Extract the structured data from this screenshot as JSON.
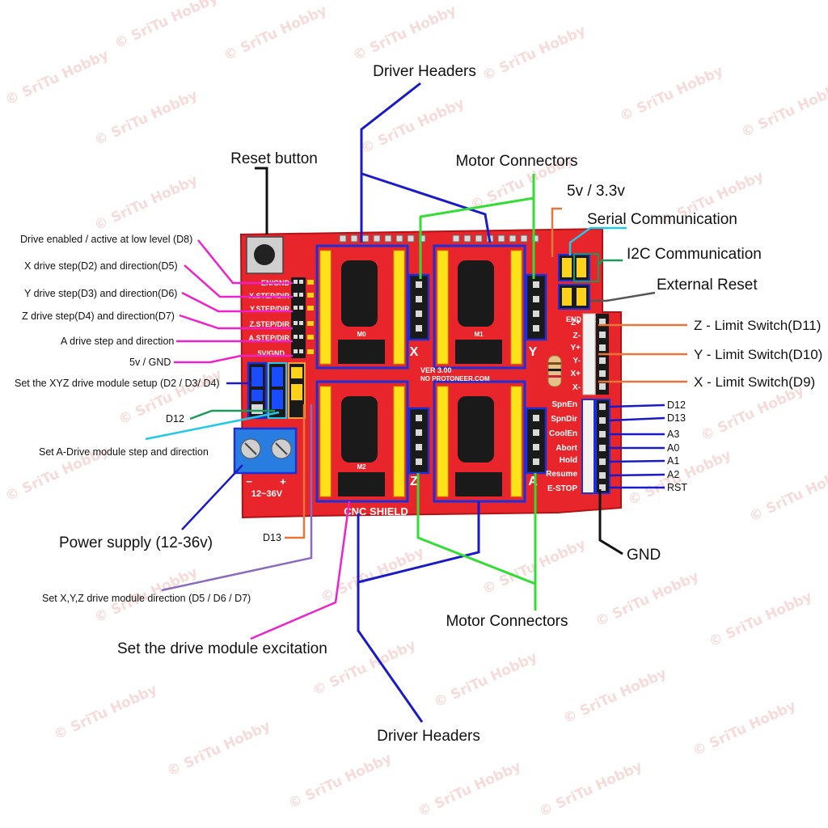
{
  "watermark": "© SriTu Hobby",
  "board": {
    "version": "VER 3.00",
    "url": "NO PROTONEER.COM",
    "title": "CNC SHIELD",
    "voltage": "12~36V",
    "polarity_minus": "−",
    "polarity_plus": "+",
    "axis_x": "X",
    "axis_y": "Y",
    "axis_z": "Z",
    "axis_a": "A",
    "end_stops": "END STOPS",
    "left_pins": [
      "EN/GND",
      "X.STEP/DIR",
      "Y.STEP/DIR",
      "Z.STEP/DIR",
      "A.STEP/DIR",
      "5V/GND"
    ],
    "right_pins": [
      "SpnEn",
      "SpnDir",
      "CoolEn",
      "Abort",
      "Hold",
      "Resume",
      "E-STOP"
    ],
    "endstop_pins": [
      "Z+",
      "Z-",
      "Y+",
      "Y-",
      "X+",
      "X-"
    ],
    "microstep": [
      "M0",
      "M1",
      "M2"
    ]
  },
  "labels": {
    "driver_headers_top": "Driver Headers",
    "driver_headers_bottom": "Driver Headers",
    "reset_button": "Reset button",
    "motor_connectors_top": "Motor Connectors",
    "motor_connectors_bottom": "Motor Connectors",
    "voltage_select": "5v / 3.3v",
    "serial": "Serial Communication",
    "i2c": "I2C Communication",
    "external_reset": "External Reset",
    "z_limit": "Z - Limit Switch(D11)",
    "y_limit": "Y - Limit Switch(D10)",
    "x_limit": "X - Limit Switch(D9)",
    "d12_right": "D12",
    "d13_right": "D13",
    "a3": "A3",
    "a0": "A0",
    "a1": "A1",
    "a2": "A2",
    "rst": "RST",
    "gnd": "GND",
    "drive_enabled": "Drive enabled / active at low level (D8)",
    "x_drive": "X drive step(D2) and direction(D5)",
    "y_drive": "Y drive step(D3) and direction(D6)",
    "z_drive": "Z drive step(D4) and direction(D7)",
    "a_drive": "A drive step and direction",
    "power_5v": "5v / GND",
    "xyz_setup": "Set the XYZ drive module setup (D2 / D3/ D4)",
    "d12_left": "D12",
    "a_drive_set": "Set A-Drive module step and direction",
    "power_supply": "Power supply (12-36v)",
    "d13_left": "D13",
    "xyz_direction": "Set X,Y,Z drive module direction (D5 / D6 / D7)",
    "excitation": "Set the drive module excitation"
  },
  "colors": {
    "board": "#e8252a",
    "header_yellow": "#ffe21a",
    "driver_outline": "#1f2fd6",
    "motor_line": "#33dd33",
    "driver_line": "#1a1ac8",
    "pink_line": "#ee22cc",
    "orange_line": "#e8763a",
    "cyan_line": "#22c8e8",
    "teal_line": "#1a9a5a",
    "gray_line": "#555555",
    "purple_line": "#8a6abf"
  }
}
